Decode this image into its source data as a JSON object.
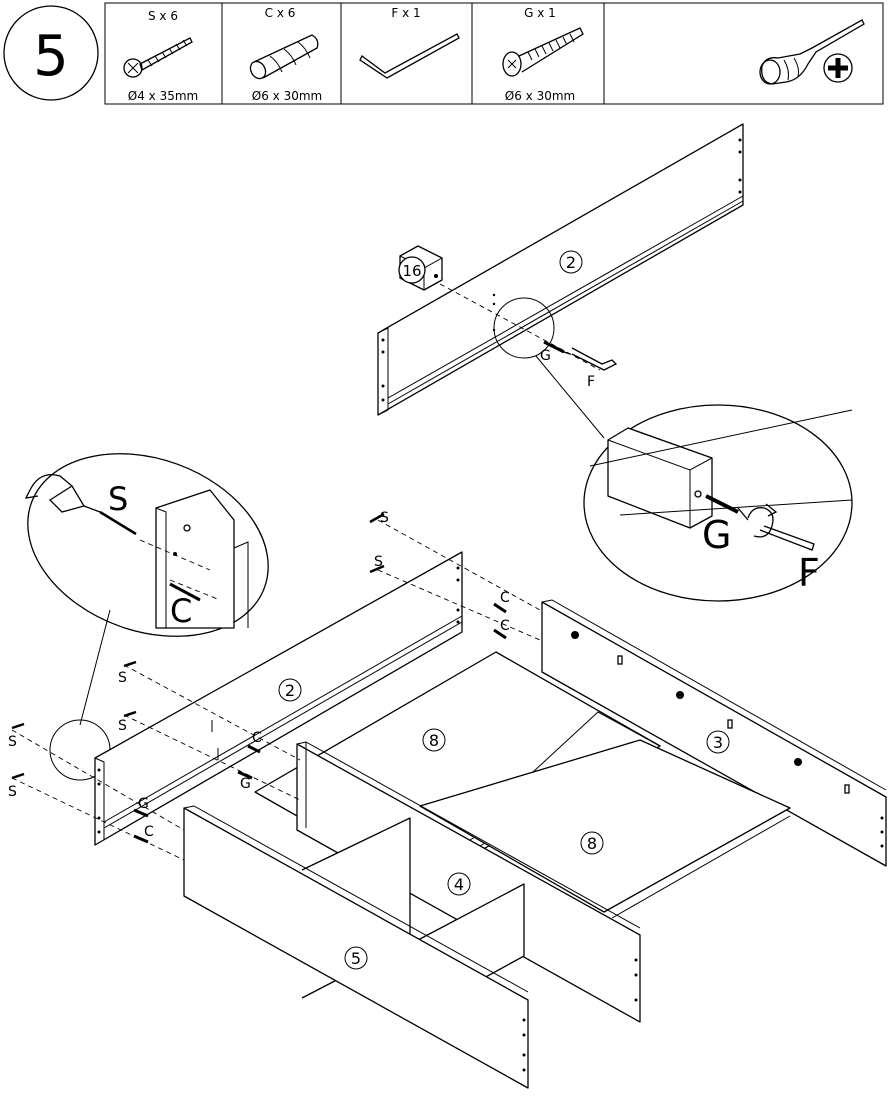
{
  "step": {
    "number": "5"
  },
  "parts": [
    {
      "code": "S",
      "qty_label": "S x 6",
      "size": "Ø4  x  35mm",
      "icon": "screw-icon"
    },
    {
      "code": "C",
      "qty_label": "C x 6",
      "size": "Ø6  x  30mm",
      "icon": "dowel-icon"
    },
    {
      "code": "F",
      "qty_label": "F x 1",
      "size": "",
      "icon": "allen-key-icon"
    },
    {
      "code": "G",
      "qty_label": "G x 1",
      "size": "Ø6  x  30mm",
      "icon": "bolt-icon"
    }
  ],
  "tool": {
    "icon": "phillips-screwdriver-icon"
  },
  "panels": {
    "top_back": "2",
    "front": "2",
    "side": "3",
    "shelf_a": "8",
    "shelf_b": "8",
    "divider": "4",
    "bottom": "5"
  },
  "fitting": {
    "label": "16",
    "icon": "cam-block-icon"
  },
  "labels": {
    "g": "G",
    "f": "F",
    "s": "S",
    "c": "C"
  }
}
